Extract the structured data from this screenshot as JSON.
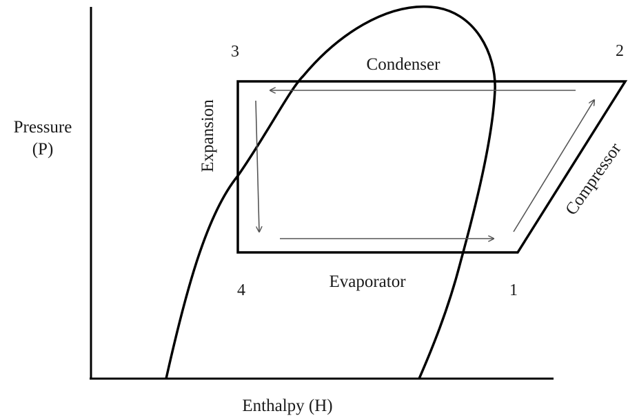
{
  "axes": {
    "y_label_line1": "Pressure",
    "y_label_line2": "(P)",
    "x_label": "Enthalpy (H)"
  },
  "processes": {
    "condenser": "Condenser",
    "evaporator": "Evaporator",
    "expansion": "Expansion",
    "compressor": "Compressor"
  },
  "states": {
    "s1": "1",
    "s2": "2",
    "s3": "3",
    "s4": "4"
  },
  "colors": {
    "line": "#000000",
    "arrow": "#555555",
    "text": "#1a1a1a"
  }
}
